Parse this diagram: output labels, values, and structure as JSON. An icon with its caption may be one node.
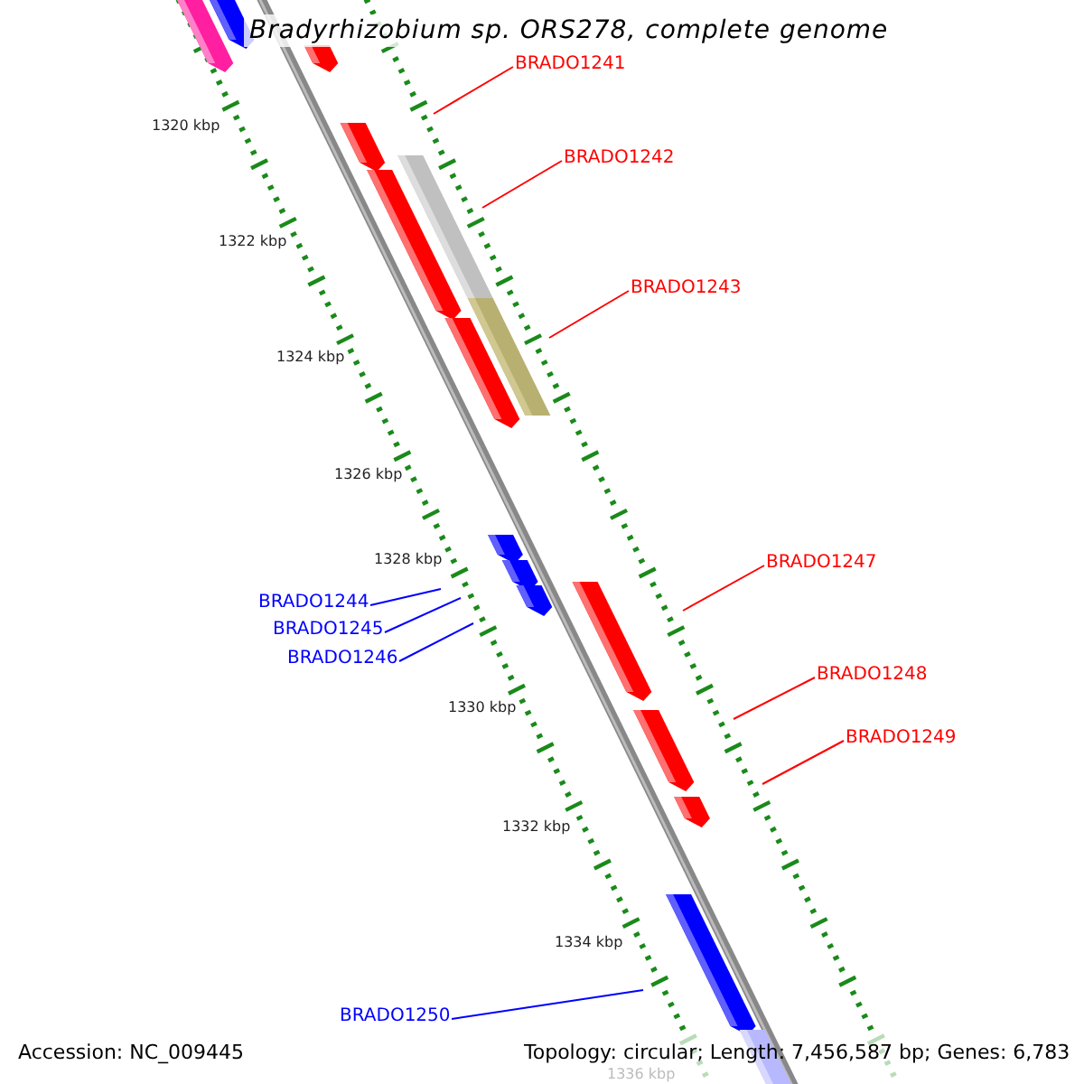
{
  "diagram": {
    "title": "Bradyrhizobium sp. ORS278, complete genome",
    "nodes": [
      {
        "text": [
          "BRADO1241"
        ]
      },
      {
        "text": [
          "BRADO1242"
        ]
      },
      {
        "text": [
          "BRADO1243"
        ]
      },
      {
        "text": [
          "BRADO1247"
        ]
      },
      {
        "text": [
          "BRADO1244"
        ]
      },
      {
        "text": [
          "BRADO1245"
        ]
      },
      {
        "text": [
          "BRADO1246"
        ]
      },
      {
        "text": [
          "BRADO1248"
        ]
      },
      {
        "text": [
          "BRADO1249"
        ]
      },
      {
        "text": [
          "BRADO1250"
        ]
      }
    ],
    "edges": [
      {
        "from": 0,
        "to": null,
        "arrow": "none"
      },
      {
        "from": 1,
        "to": null,
        "arrow": "none"
      },
      {
        "from": 2,
        "to": null,
        "arrow": "none"
      },
      {
        "from": 3,
        "to": null,
        "arrow": "none"
      },
      {
        "from": 4,
        "to": null,
        "arrow": "none",
        "color": "#0000ff"
      },
      {
        "from": 5,
        "to": null,
        "arrow": "none",
        "color": "#0000ff"
      },
      {
        "from": 6,
        "to": null,
        "arrow": "none",
        "color": "#0000ff"
      },
      {
        "from": 7,
        "to": null,
        "arrow": "none"
      },
      {
        "from": 8,
        "to": null,
        "arrow": "none"
      },
      {
        "from": 9,
        "to": null,
        "arrow": "none",
        "color": "#0000ff"
      }
    ],
    "labels": [
      "1320 kbp",
      "1322 kbp",
      "1324 kbp",
      "1326 kbp",
      "1328 kbp",
      "1330 kbp",
      "1332 kbp",
      "1334 kbp",
      "1336 kbp",
      "Accession: NC_009445",
      "Topology: circular; Length: 7,456,587 bp; Genes: 6,783"
    ]
  }
}
